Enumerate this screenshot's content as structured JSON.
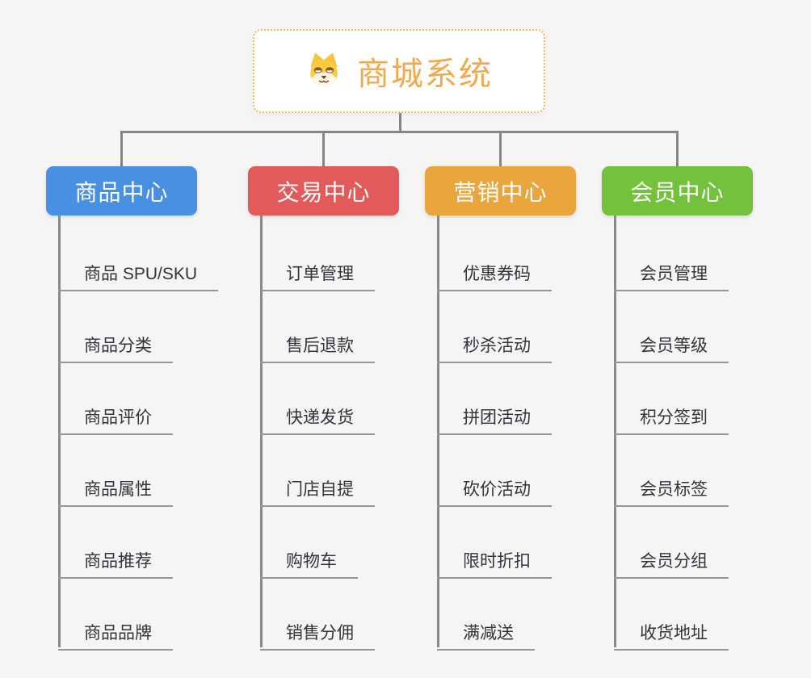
{
  "root": {
    "title": "商城系统",
    "icon": "doge-face-icon",
    "text_color": "#f2a94e",
    "border_color": "#f3b65c"
  },
  "connector_color": "#858585",
  "branches": [
    {
      "label": "商品中心",
      "color": "#4a90e2",
      "children": [
        "商品 SPU/SKU",
        "商品分类",
        "商品评价",
        "商品属性",
        "商品推荐",
        "商品品牌"
      ]
    },
    {
      "label": "交易中心",
      "color": "#e25a5a",
      "children": [
        "订单管理",
        "售后退款",
        "快递发货",
        "门店自提",
        "购物车",
        "销售分佣"
      ]
    },
    {
      "label": "营销中心",
      "color": "#eaa63c",
      "children": [
        "优惠券码",
        "秒杀活动",
        "拼团活动",
        "砍价活动",
        "限时折扣",
        "满减送"
      ]
    },
    {
      "label": "会员中心",
      "color": "#74c13d",
      "children": [
        "会员管理",
        "会员等级",
        "积分签到",
        "会员标签",
        "会员分组",
        "收货地址"
      ]
    }
  ]
}
